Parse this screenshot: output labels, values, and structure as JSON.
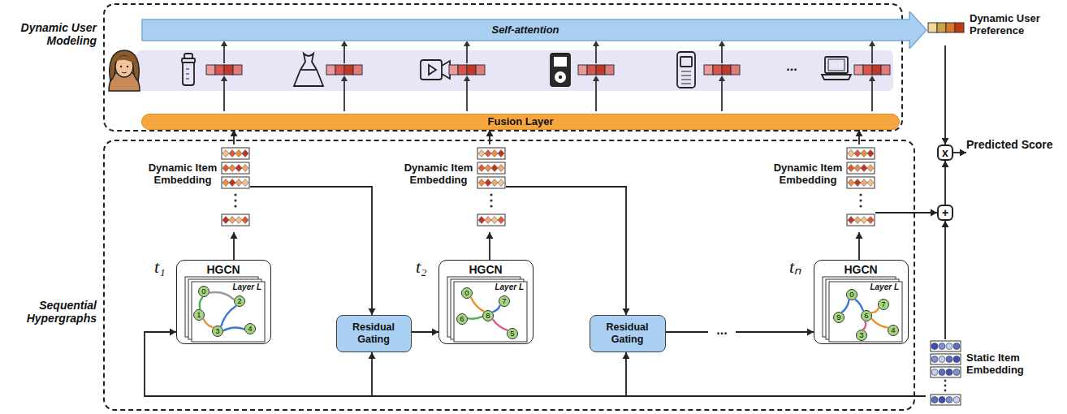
{
  "diagram": {
    "nodes": [
      {
        "text": [
          "Dynamic User Modeling"
        ]
      },
      {
        "text": [
          "Self-attention"
        ],
        "in": 0
      },
      {
        "text": [
          "Fusion Layer"
        ],
        "in": 0
      },
      {
        "text": [
          "Dynamic User Preference"
        ]
      },
      {
        "text": [
          "x"
        ]
      },
      {
        "text": [
          "Predicted Score"
        ]
      },
      {
        "text": [
          "+"
        ]
      },
      {
        "text": [
          "Sequential Hypergraphs"
        ]
      },
      {
        "text": [
          "Dynamic Item Embedding"
        ],
        "in": 7
      },
      {
        "text": [
          "HGCN",
          "Layer L"
        ],
        "in": 7
      },
      {
        "text": [
          "Residual Gating"
        ],
        "in": 7
      },
      {
        "text": [
          "Dynamic Item Embedding"
        ],
        "in": 7
      },
      {
        "text": [
          "HGCN",
          "Layer L"
        ],
        "in": 7
      },
      {
        "text": [
          "Residual Gating"
        ],
        "in": 7
      },
      {
        "text": [
          "Dynamic Item Embedding"
        ],
        "in": 7
      },
      {
        "text": [
          "HGCN",
          "Layer L"
        ],
        "in": 7
      },
      {
        "text": [
          "Static Item Embedding"
        ]
      },
      {
        "text": [
          "0"
        ],
        "in": 9
      },
      {
        "text": [
          "1"
        ],
        "in": 9
      },
      {
        "text": [
          "2"
        ],
        "in": 9
      },
      {
        "text": [
          "3"
        ],
        "in": 9
      },
      {
        "text": [
          "4"
        ],
        "in": 9
      },
      {
        "text": [
          "0"
        ],
        "in": 12
      },
      {
        "text": [
          "7"
        ],
        "in": 12
      },
      {
        "text": [
          "6"
        ],
        "in": 12
      },
      {
        "text": [
          "8"
        ],
        "in": 12
      },
      {
        "text": [
          "5"
        ],
        "in": 12
      },
      {
        "text": [
          "9"
        ],
        "in": 15
      },
      {
        "text": [
          "0"
        ],
        "in": 15
      },
      {
        "text": [
          "7"
        ],
        "in": 15
      },
      {
        "text": [
          "6"
        ],
        "in": 15
      },
      {
        "text": [
          "3"
        ],
        "in": 15
      },
      {
        "text": [
          "4"
        ],
        "in": 15
      }
    ],
    "edges": [
      {
        "from": 8,
        "to": 2,
        "arrow": "to"
      },
      {
        "from": 11,
        "to": 2,
        "arrow": "to"
      },
      {
        "from": 14,
        "to": 2,
        "arrow": "to"
      },
      {
        "from": 9,
        "to": 8,
        "arrow": "to"
      },
      {
        "from": 12,
        "to": 11,
        "arrow": "to"
      },
      {
        "from": 15,
        "to": 14,
        "arrow": "to"
      },
      {
        "from": 8,
        "to": 10,
        "arrow": "to"
      },
      {
        "from": 11,
        "to": 13,
        "arrow": "to"
      },
      {
        "from": 10,
        "to": 12,
        "arrow": "to"
      },
      {
        "from": 13,
        "to": 15,
        "arrow": "to"
      },
      {
        "from": 16,
        "to": 9,
        "arrow": "to"
      },
      {
        "from": 16,
        "to": 10,
        "arrow": "to"
      },
      {
        "from": 16,
        "to": 13,
        "arrow": "to"
      },
      {
        "from": 16,
        "to": 6,
        "arrow": "to"
      },
      {
        "from": 14,
        "to": 6,
        "arrow": "to"
      },
      {
        "from": 6,
        "to": 4,
        "arrow": "to"
      },
      {
        "from": 3,
        "to": 4,
        "arrow": "to"
      },
      {
        "from": 4,
        "to": 5,
        "arrow": "to"
      },
      {
        "from": 17,
        "to": 19,
        "arrow": "none"
      },
      {
        "from": 17,
        "to": 18,
        "arrow": "none"
      },
      {
        "from": 18,
        "to": 20,
        "arrow": "none"
      },
      {
        "from": 19,
        "to": 20,
        "arrow": "none"
      },
      {
        "from": 20,
        "to": 21,
        "arrow": "none"
      },
      {
        "from": 22,
        "to": 25,
        "arrow": "none"
      },
      {
        "from": 23,
        "to": 25,
        "arrow": "none"
      },
      {
        "from": 24,
        "to": 25,
        "arrow": "none"
      },
      {
        "from": 25,
        "to": 26,
        "arrow": "none"
      },
      {
        "from": 27,
        "to": 28,
        "arrow": "none"
      },
      {
        "from": 29,
        "to": 30,
        "arrow": "none"
      },
      {
        "from": 30,
        "to": 32,
        "arrow": "none"
      },
      {
        "from": 30,
        "to": 31,
        "arrow": "none"
      },
      {
        "from": 28,
        "to": 30,
        "arrow": "none"
      }
    ],
    "labels": [
      "t₁",
      "t₂",
      "tₙ",
      "...",
      "..."
    ]
  }
}
